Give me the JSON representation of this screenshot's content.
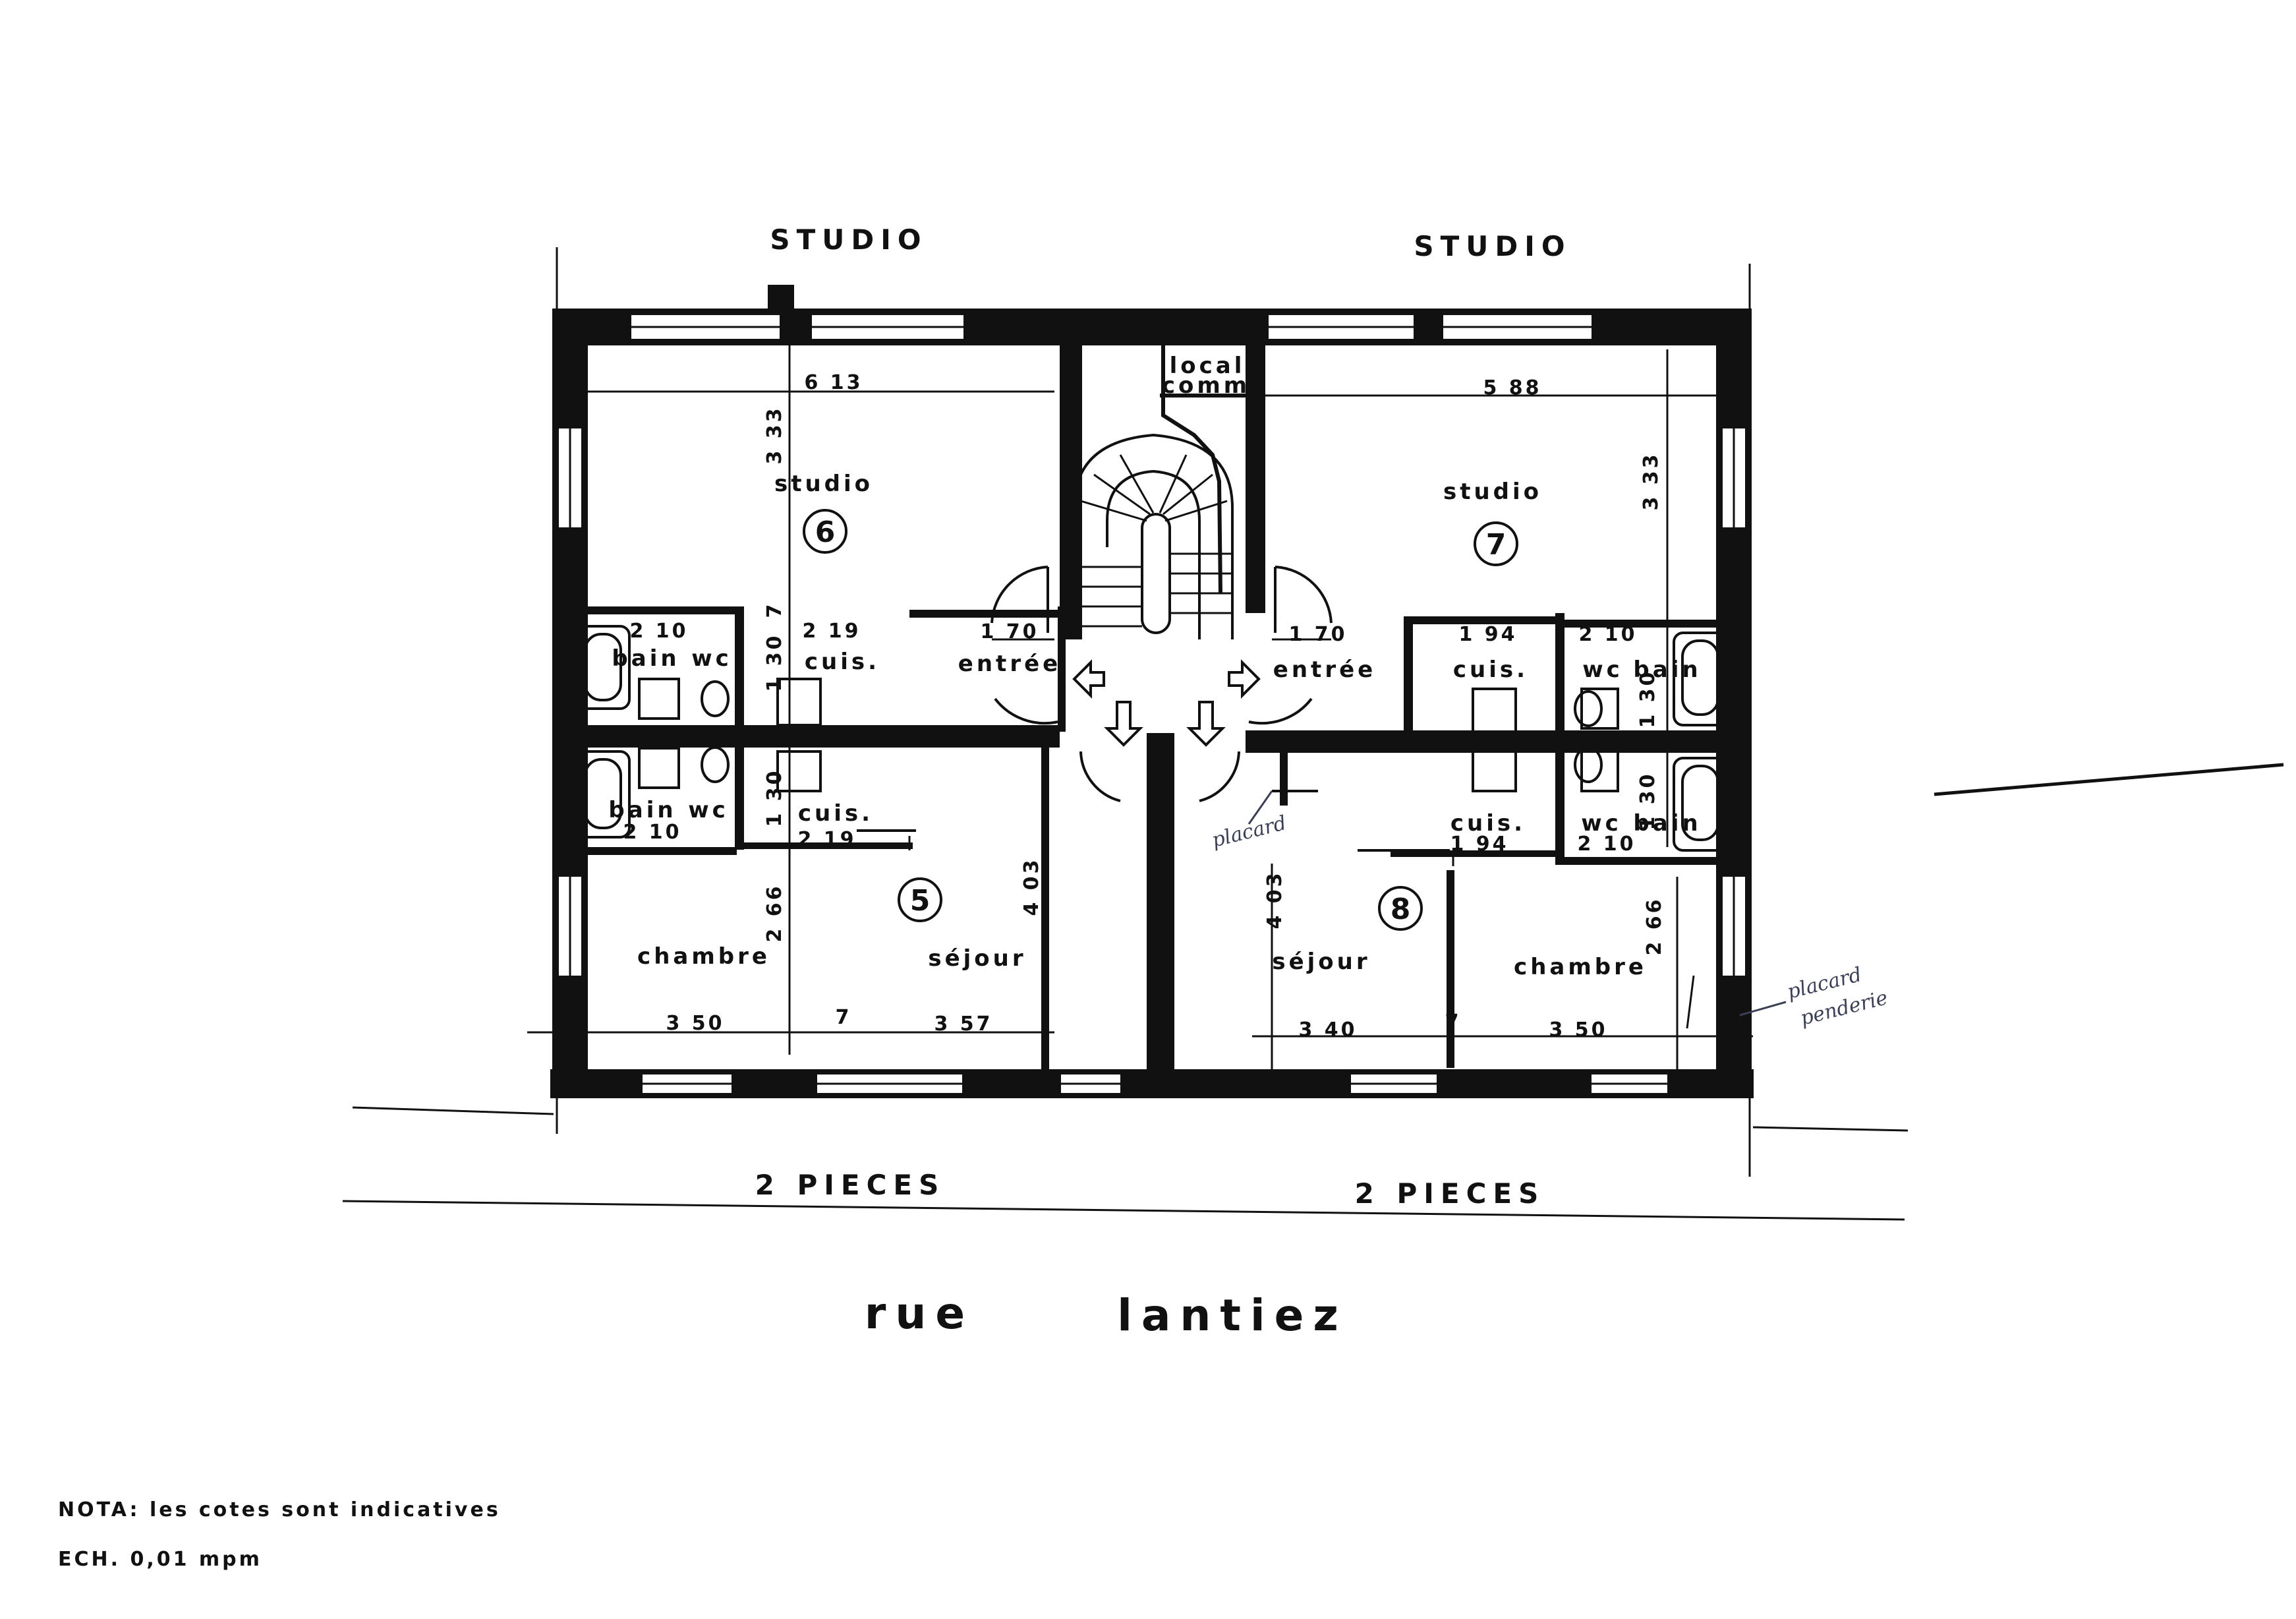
{
  "headers": {
    "top_left": "STUDIO",
    "top_right": "STUDIO",
    "bottom_left": "2 PIECES",
    "bottom_right": "2 PIECES"
  },
  "street": {
    "word1": "rue",
    "word2": "lantiez"
  },
  "notes": {
    "nota": "NOTA: les cotes sont indicatives",
    "scale": "ECH. 0,01 mpm"
  },
  "rooms": {
    "studio_left": "studio",
    "studio_right": "studio",
    "local_line1": "local",
    "local_line2": "comm",
    "entree_left": "entrée",
    "entree_right": "entrée",
    "bain": "bain",
    "wc": "wc",
    "cuis": "cuis.",
    "chambre": "chambre",
    "sejour": "séjour"
  },
  "units": {
    "u6": "6",
    "u7": "7",
    "u5": "5",
    "u8": "8"
  },
  "dims": {
    "d613": "6 13",
    "d588": "5 88",
    "d333": "3 33",
    "d219": "2 19",
    "d210": "2 10",
    "d170": "1 70",
    "d194": "1 94",
    "d130": "1 30",
    "d7": "7",
    "d266": "2 66",
    "d403": "4 03",
    "d350": "3 50",
    "d357": "3 57",
    "d340": "3 40"
  },
  "handwritten": {
    "placard": "placard",
    "placard2": "placard",
    "penderie": "penderie"
  },
  "colors": {
    "ink": "#111111",
    "paper": "#ffffff",
    "pen": "#3a3f55"
  }
}
